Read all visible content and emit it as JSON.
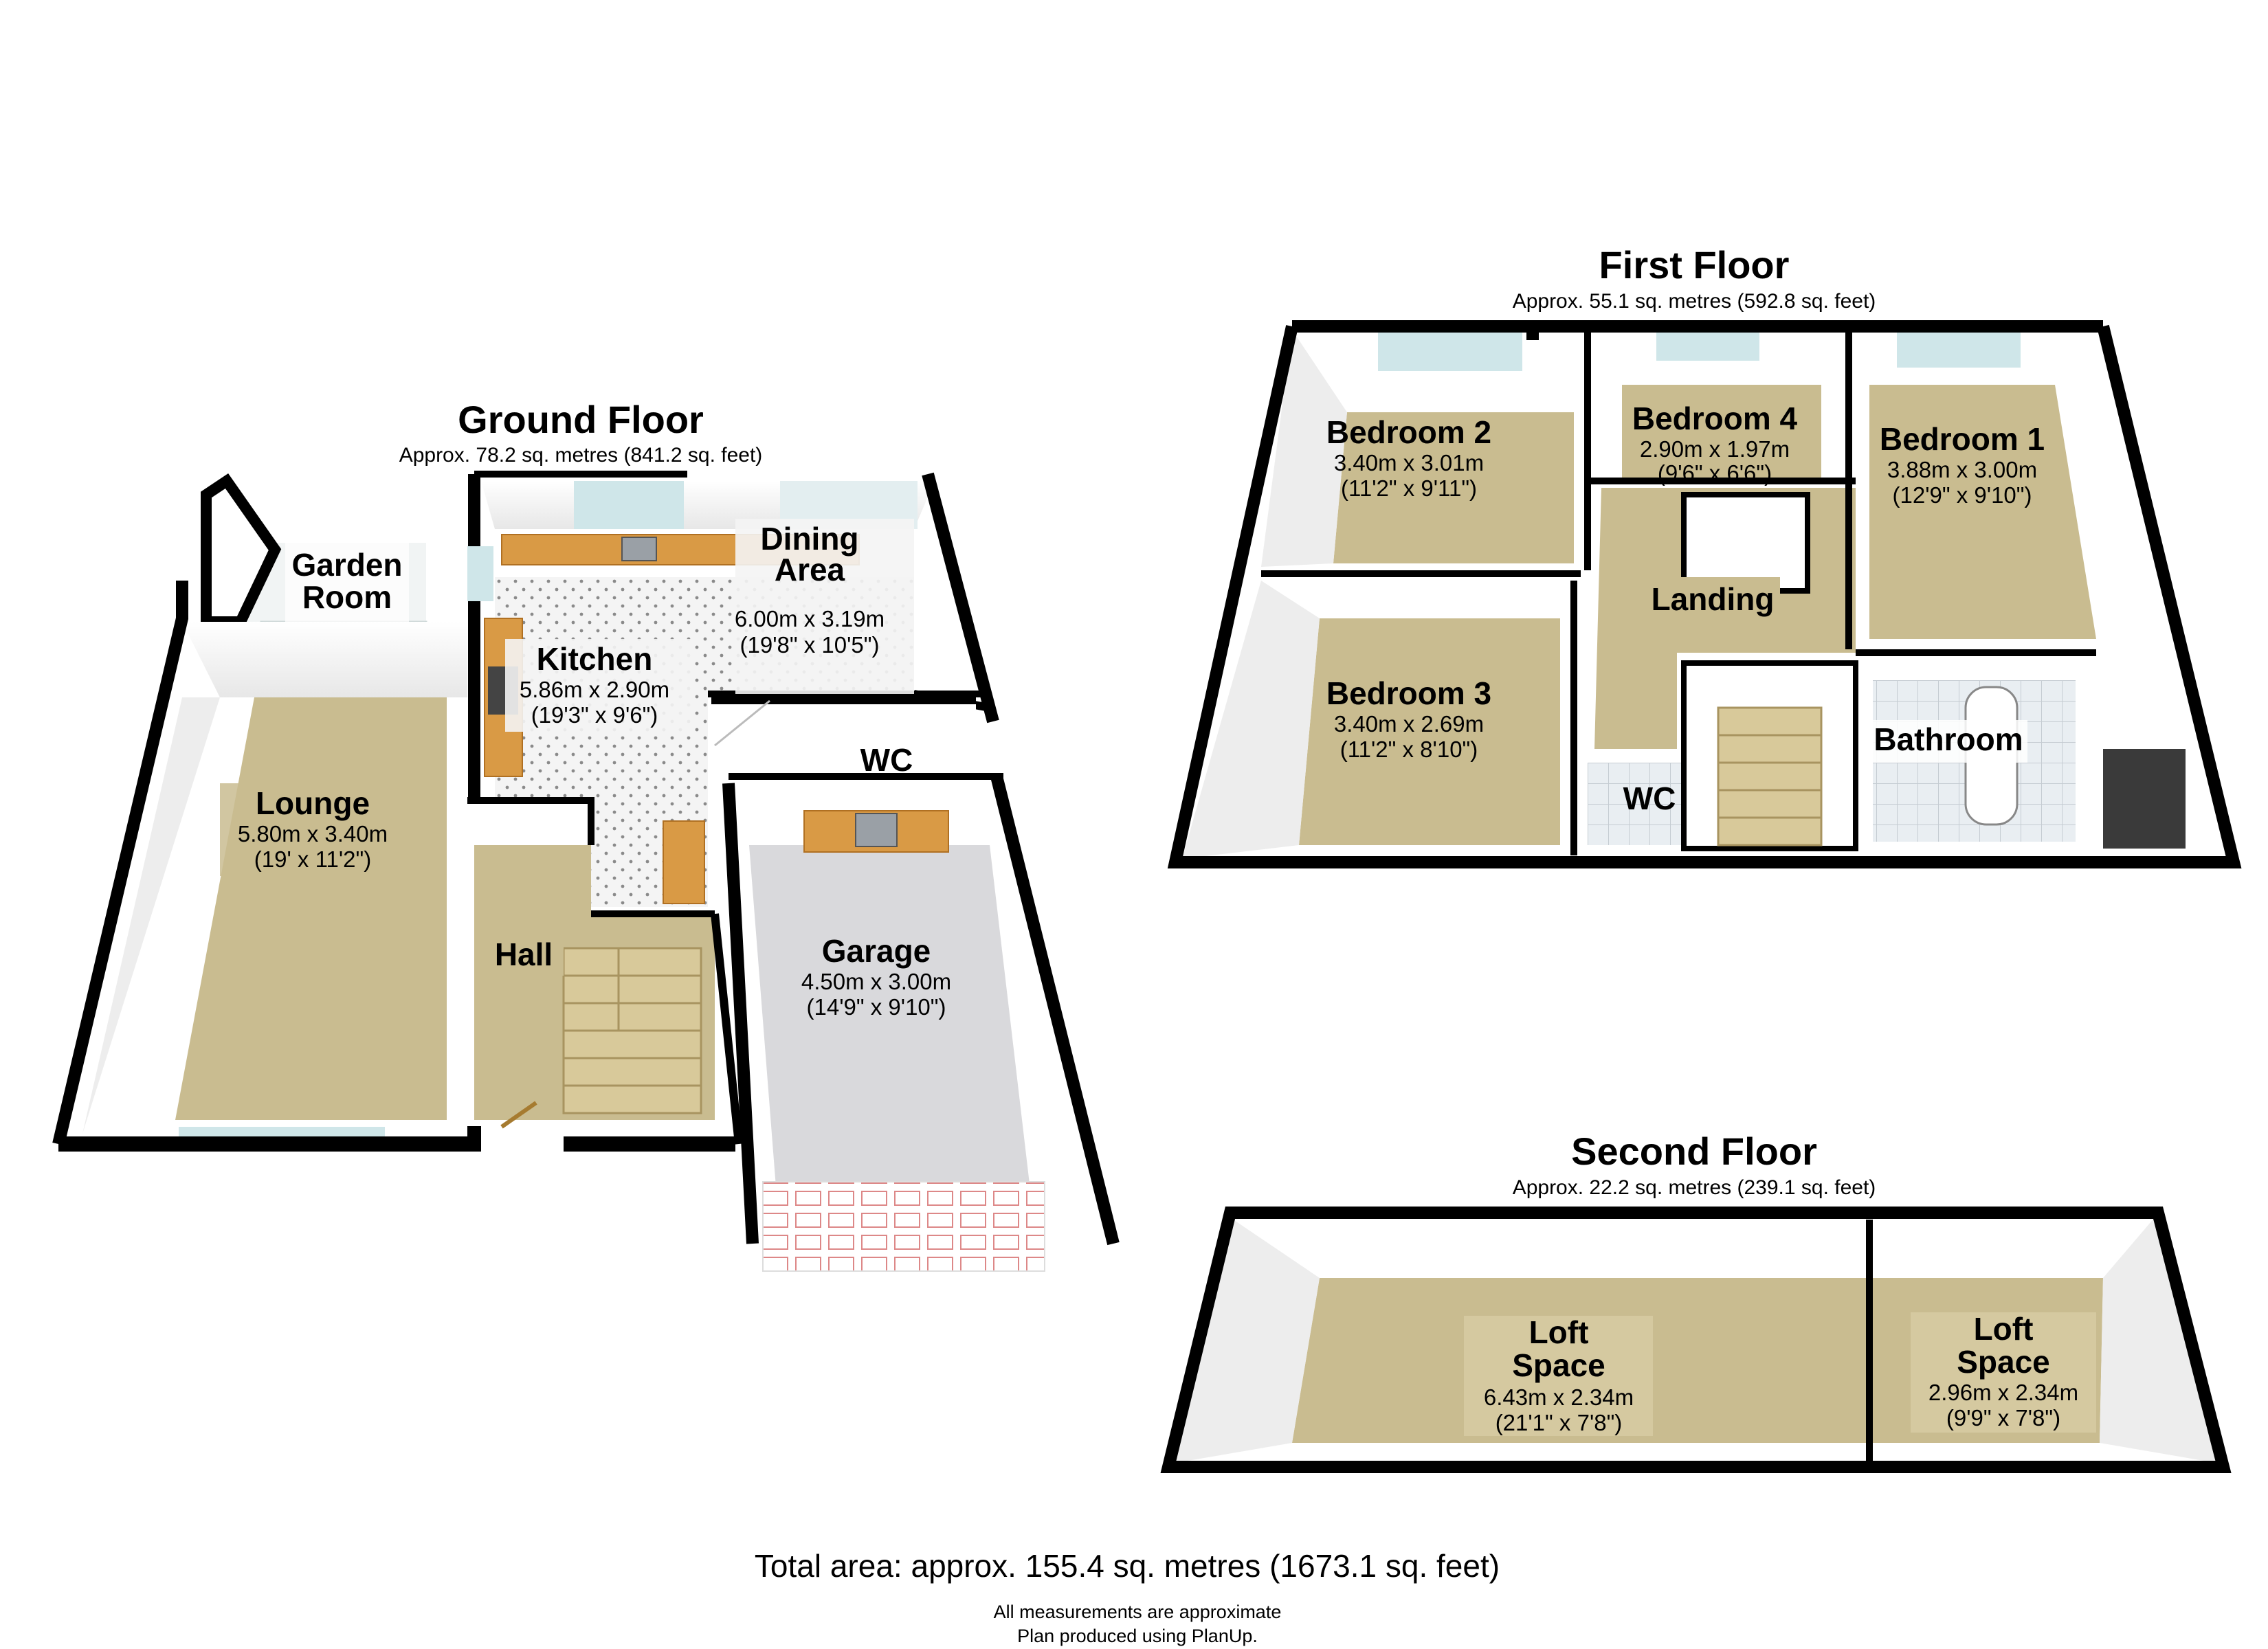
{
  "floors": {
    "ground": {
      "title": "Ground Floor",
      "area": "Approx. 78.2 sq. metres (841.2 sq. feet)",
      "rooms": {
        "garden_room": {
          "name_1": "Garden",
          "name_2": "Room"
        },
        "lounge": {
          "name": "Lounge",
          "dim_m": "5.80m x 3.40m",
          "dim_ft": "(19' x 11'2\")"
        },
        "kitchen": {
          "name": "Kitchen",
          "dim_m": "5.86m x 2.90m",
          "dim_ft": "(19'3\" x 9'6\")"
        },
        "dining": {
          "name_1": "Dining",
          "name_2": "Area",
          "dim_m": "6.00m x 3.19m",
          "dim_ft": "(19'8\" x 10'5\")"
        },
        "wc": {
          "name": "WC"
        },
        "hall": {
          "name": "Hall"
        },
        "garage": {
          "name": "Garage",
          "dim_m": "4.50m x 3.00m",
          "dim_ft": "(14'9\" x 9'10\")"
        }
      }
    },
    "first": {
      "title": "First Floor",
      "area": "Approx. 55.1 sq. metres (592.8 sq. feet)",
      "rooms": {
        "bedroom2": {
          "name": "Bedroom 2",
          "dim_m": "3.40m x 3.01m",
          "dim_ft": "(11'2\" x 9'11\")"
        },
        "bedroom4": {
          "name": "Bedroom 4",
          "dim_m": "2.90m x 1.97m",
          "dim_ft": "(9'6\" x 6'6\")"
        },
        "bedroom1": {
          "name": "Bedroom 1",
          "dim_m": "3.88m x 3.00m",
          "dim_ft": "(12'9\" x 9'10\")"
        },
        "landing": {
          "name": "Landing"
        },
        "bedroom3": {
          "name": "Bedroom 3",
          "dim_m": "3.40m x 2.69m",
          "dim_ft": "(11'2\" x 8'10\")"
        },
        "wc": {
          "name": "WC"
        },
        "bathroom": {
          "name": "Bathroom"
        }
      }
    },
    "second": {
      "title": "Second Floor",
      "area": "Approx. 22.2 sq. metres (239.1 sq. feet)",
      "rooms": {
        "loft1": {
          "name_1": "Loft",
          "name_2": "Space",
          "dim_m": "6.43m x 2.34m",
          "dim_ft": "(21'1\" x 7'8\")"
        },
        "loft2": {
          "name_1": "Loft",
          "name_2": "Space",
          "dim_m": "2.96m x 2.34m",
          "dim_ft": "(9'9\" x 7'8\")"
        }
      }
    }
  },
  "footer": {
    "total": "Total area: approx. 155.4 sq. metres (1673.1 sq. feet)",
    "note_1": "All measurements are approximate",
    "note_2": "Plan produced using PlanUp."
  },
  "colors": {
    "wall": "#000000",
    "carpet": "#c9bc90",
    "tile_floor": "#f3f3f3",
    "garage_floor": "#d9d9dc",
    "worktop": "#d99a45",
    "window": "#cfe6e9",
    "inner_wall": "#ffffff"
  }
}
